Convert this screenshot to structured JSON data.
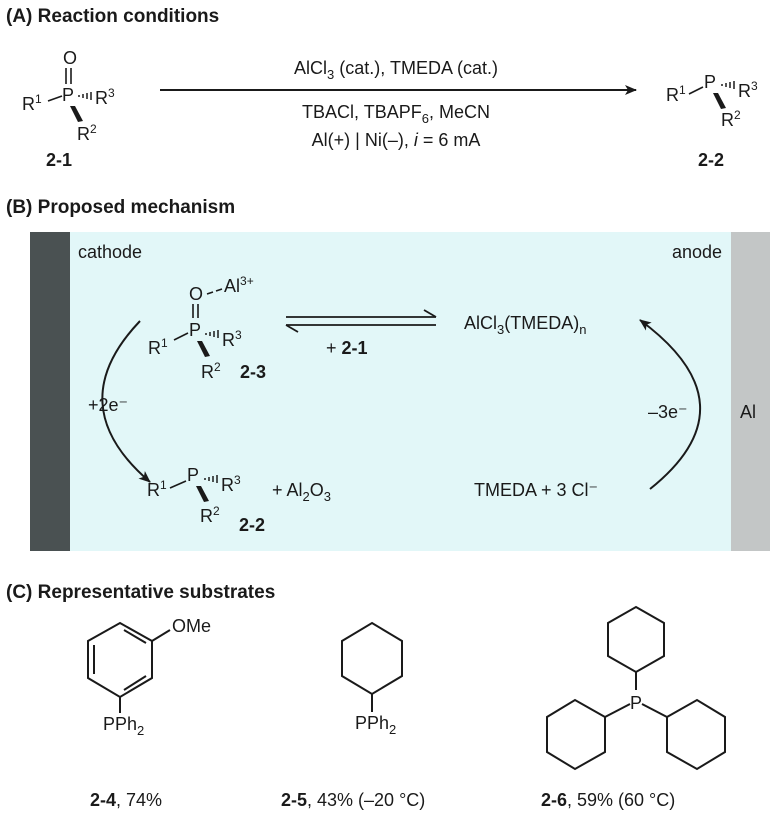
{
  "section_a": {
    "title": "(A) Reaction conditions",
    "condition_above": "AlCl",
    "condition_above_sub": "3",
    "condition_above_rest": " (cat.), TMEDA (cat.)",
    "condition_below_1a": "TBACl, TBAPF",
    "condition_below_1_sub": "6",
    "condition_below_1b": ", MeCN",
    "condition_below_2a": "Al(+) | Ni(–), ",
    "condition_below_2_italic": "i",
    "condition_below_2b": " = 6 mA",
    "reactant_label": "2-1",
    "product_label": "2-2"
  },
  "section_b": {
    "title": "(B) Proposed mechanism",
    "cathode_label": "cathode",
    "anode_label": "anode",
    "equilibrium_plus": "+ ",
    "equilibrium_reagent": "2-1",
    "complex_a": "AlCl",
    "complex_sub": "3",
    "complex_b": "(TMEDA)",
    "complex_n": "n",
    "electrons_in": "+2e⁻",
    "electrons_out": "–3e⁻",
    "anode_metal": "Al",
    "intermediate_label": "2-3",
    "product_label": "2-2",
    "byproduct_a": "+ Al",
    "byproduct_sub": "2",
    "byproduct_b": "O",
    "byproduct_sub2": "3",
    "regen": "TMEDA + 3 Cl⁻",
    "al_ion": "Al",
    "al_charge": "3+"
  },
  "section_c": {
    "title": "(C) Representative substrates",
    "s1_name": "2-4",
    "s1_yield": ", 74%",
    "s2_name": "2-5",
    "s2_yield": ", 43% (–20 °C)",
    "s3_name": "2-6",
    "s3_yield": ", 59% (60 °C)",
    "ome": "OMe",
    "pph2": "PPh",
    "pph2_sub": "2",
    "p": "P"
  },
  "atoms": {
    "O": "O",
    "P": "P",
    "R": "R",
    "sup1": "1",
    "sup2": "2",
    "sup3": "3"
  },
  "colors": {
    "panel_bg": "#e2f7f8",
    "cathode": "#4a5152",
    "anode": "#c3c6c6"
  }
}
